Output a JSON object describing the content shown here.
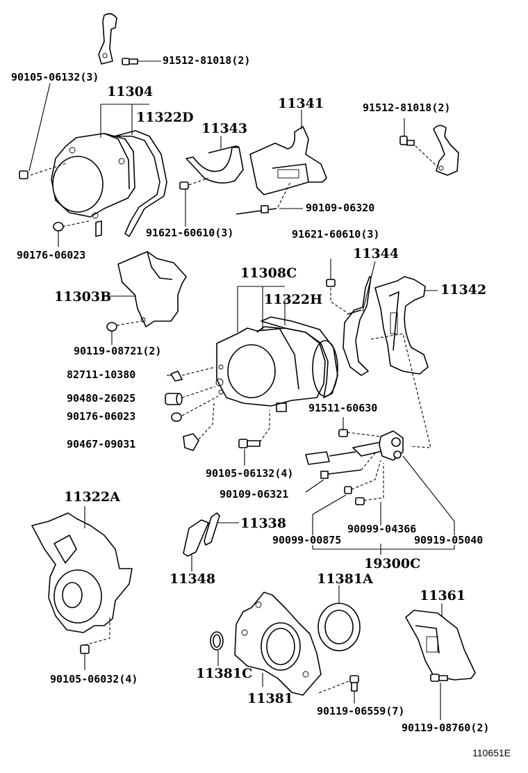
{
  "labels": {
    "p91512_top": "91512-81018(2)",
    "p90105_top": "90105-06132(3)",
    "p11304": "11304",
    "p11322D": "11322D",
    "p11343": "11343",
    "p11341": "11341",
    "p91512_right": "91512-81018(2)",
    "p90109_06320": "90109-06320",
    "p91621_a": "91621-60610(3)",
    "p90176_top": "90176-06023",
    "p91621_b": "91621-60610(3)",
    "p11344": "11344",
    "p11308C": "11308C",
    "p11342": "11342",
    "p11322H": "11322H",
    "p11303B": "11303B",
    "p90119_08721": "90119-08721(2)",
    "p82711": "82711-10380",
    "p90480": "90480-26025",
    "p91511": "91511-60630",
    "p90176_mid": "90176-06023",
    "p90467": "90467-09031",
    "p90105_mid": "90105-06132(4)",
    "p90109_06321": "90109-06321",
    "p11322A": "11322A",
    "p11338": "11338",
    "p90099_04366": "90099-04366",
    "p90099_00875": "90099-00875",
    "p90919": "90919-05040",
    "p19300C": "19300C",
    "p11348": "11348",
    "p11381A": "11381A",
    "p11361": "11361",
    "p11381C": "11381C",
    "p90105_06032": "90105-06032(4)",
    "p11381": "11381",
    "p90119_06559": "90119-06559(7)",
    "p90119_08760": "90119-08760(2)",
    "ref": "110651E"
  }
}
